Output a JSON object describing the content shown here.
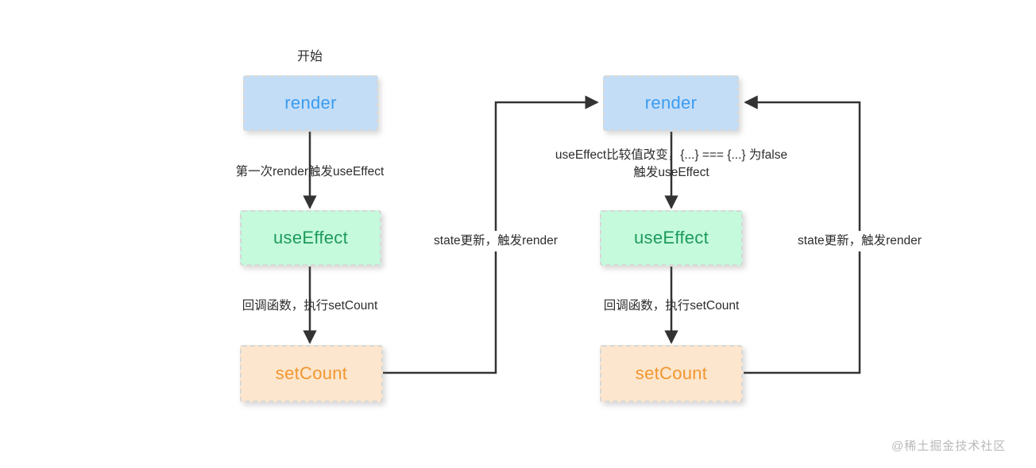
{
  "diagram": {
    "title_label": "开始",
    "watermark": "@稀土掘金技术社区",
    "nodes": {
      "left_render": "render",
      "left_useeffect": "useEffect",
      "left_setcount": "setCount",
      "right_render": "render",
      "right_useeffect": "useEffect",
      "right_setcount": "setCount"
    },
    "edge_labels": {
      "left_render_to_useeffect": "第一次render触发useEffect",
      "left_useeffect_to_setcount": "回调函数，执行setCount",
      "left_loop": "state更新，触发render",
      "right_render_to_useeffect_line1": "useEffect比较值改变，{...} === {...} 为false",
      "right_render_to_useeffect_line2": "触发useEffect",
      "right_useeffect_to_setcount": "回调函数，执行setCount",
      "right_loop": "state更新，触发render"
    },
    "colors": {
      "render_fill": "#c3ddf7",
      "render_text": "#3b9cf0",
      "useeffect_fill": "#c5fadc",
      "useeffect_text": "#1d9a5c",
      "setcount_fill": "#fce6cd",
      "setcount_text": "#f2962f",
      "edge_stroke": "#333333",
      "node_border": "#d8d8d8",
      "background": "#ffffff",
      "watermark_color": "#b9b9b9"
    }
  }
}
